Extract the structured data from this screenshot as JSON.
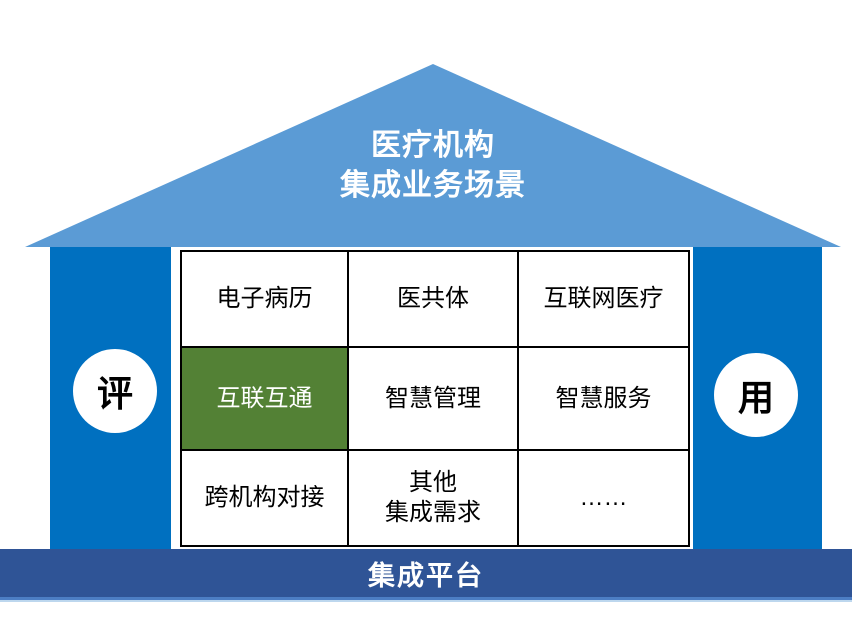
{
  "colors": {
    "roof_blue": "#5B9BD5",
    "pillar_blue": "#0070C0",
    "highlight_green": "#538135",
    "footer_navy": "#2F5496",
    "footer_edge_blue": "#4C7EC4",
    "footer_edge_light": "#BDD7EE",
    "cell_border": "#000000"
  },
  "roof": {
    "title_line1": "医疗机构",
    "title_line2": "集成业务场景"
  },
  "left_pillar": {
    "badge": "评"
  },
  "right_pillar": {
    "badge": "用"
  },
  "grid": {
    "rows": [
      {
        "cells": [
          "电子病历",
          "医共体",
          "互联网医疗"
        ]
      },
      {
        "cells": [
          "互联互通",
          "智慧管理",
          "智慧服务"
        ]
      },
      {
        "cells": [
          "跨机构对接",
          "其他\n集成需求",
          "……"
        ]
      }
    ]
  },
  "footer": {
    "label": "集成平台"
  }
}
